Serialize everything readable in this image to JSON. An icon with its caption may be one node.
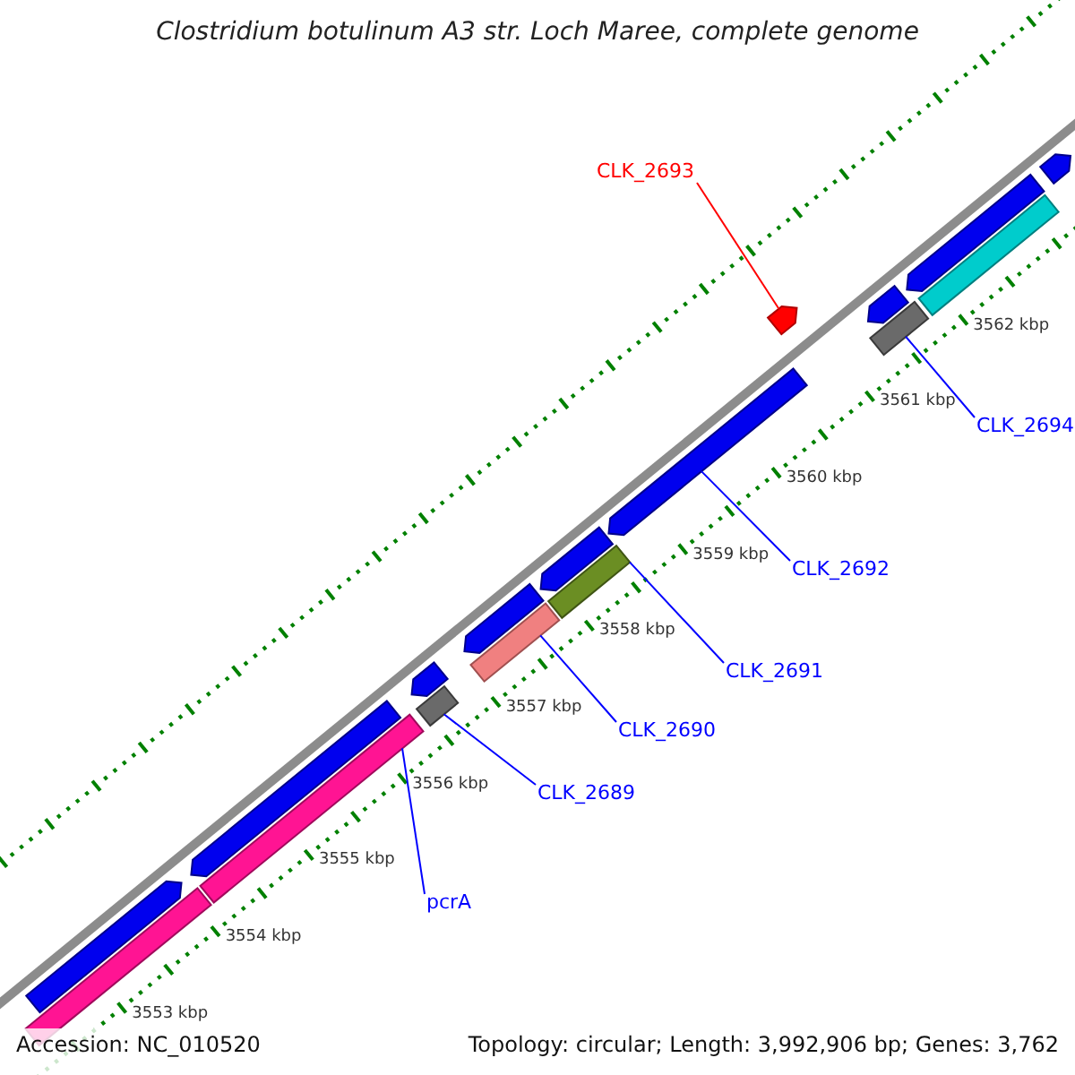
{
  "diagram": {
    "title": "Clostridium botulinum A3 str. Loch Maree, complete genome",
    "nodes": [
      {
        "text": [
          "CLK_2693"
        ]
      },
      {
        "text": [
          "CLK_2694"
        ]
      },
      {
        "text": [
          "CLK_2692"
        ]
      },
      {
        "text": [
          "CLK_2691"
        ]
      },
      {
        "text": [
          "CLK_2690"
        ]
      },
      {
        "text": [
          "CLK_2689"
        ]
      },
      {
        "text": [
          "pcrA"
        ]
      },
      {
        "text": [],
        "shape": "bar"
      },
      {
        "text": [],
        "shape": "bar"
      },
      {
        "text": [],
        "shape": "bar"
      },
      {
        "text": [],
        "shape": "bar"
      },
      {
        "text": [],
        "shape": "bar"
      },
      {
        "text": [],
        "shape": "bar"
      },
      {
        "text": [],
        "shape": "bar"
      },
      {
        "text": [],
        "shape": "bar"
      },
      {
        "text": [],
        "shape": "bar"
      },
      {
        "text": [],
        "shape": "bar"
      },
      {
        "text": [],
        "shape": "bar"
      },
      {
        "text": [],
        "shape": "bar"
      },
      {
        "text": [],
        "shape": "bar"
      },
      {
        "text": [],
        "shape": "bar"
      },
      {
        "text": [],
        "shape": "bar"
      },
      {
        "text": [],
        "shape": "bar"
      },
      {
        "text": [],
        "shape": "bar"
      }
    ],
    "edges": [
      {
        "from": 0,
        "to": 7,
        "arrow": "none",
        "color": "#ff0000"
      },
      {
        "from": 1,
        "to": 22,
        "arrow": "none"
      },
      {
        "from": 2,
        "to": 13,
        "arrow": "none"
      },
      {
        "from": 3,
        "to": 21,
        "arrow": "none"
      },
      {
        "from": 4,
        "to": 20,
        "arrow": "none"
      },
      {
        "from": 5,
        "to": 19,
        "arrow": "none"
      },
      {
        "from": 6,
        "to": 18,
        "arrow": "none"
      }
    ],
    "labels": [
      "3553 kbp",
      "3554 kbp",
      "3555 kbp",
      "3556 kbp",
      "3557 kbp",
      "3558 kbp",
      "3559 kbp",
      "3560 kbp",
      "3561 kbp",
      "3562 kbp",
      "Accession: NC_010520",
      "Topology: circular; Length: 3,992,906 bp; Genes: 3,762"
    ]
  }
}
